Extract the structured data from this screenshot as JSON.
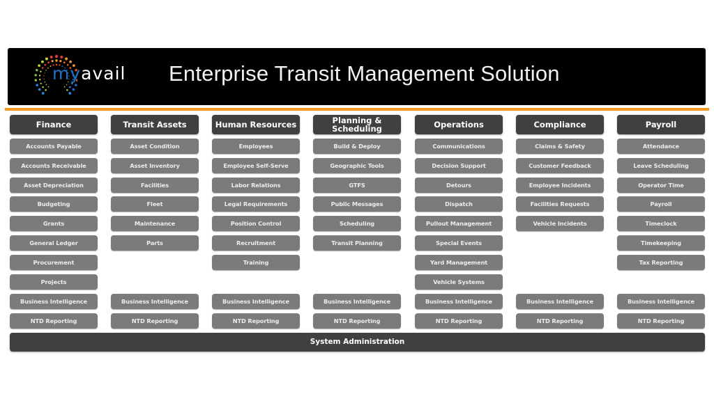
{
  "banner": {
    "logo": {
      "my": "my",
      "avail": "avail"
    },
    "title": "Enterprise Transit Management Solution"
  },
  "colors": {
    "banner_bg": "#000000",
    "accent_line": "#f39a1e",
    "category_bg": "#404040",
    "module_bg": "#7b7b7b",
    "logo_blue": "#1e73c8"
  },
  "columns": [
    {
      "title": "Finance",
      "modules": [
        "Accounts Payable",
        "Accounts Receivable",
        "Asset Depreciation",
        "Budgeting",
        "Grants",
        "General Ledger",
        "Procurement",
        "Projects"
      ],
      "common": [
        "Business Intelligence",
        "NTD Reporting"
      ]
    },
    {
      "title": "Transit Assets",
      "modules": [
        "Asset Condition",
        "Asset Inventory",
        "Facilities",
        "Fleet",
        "Maintenance",
        "Parts"
      ],
      "common": [
        "Business Intelligence",
        "NTD Reporting"
      ]
    },
    {
      "title": "Human Resources",
      "modules": [
        "Employees",
        "Employee Self-Serve",
        "Labor Relations",
        "Legal Requirements",
        "Position Control",
        "Recruitment",
        "Training"
      ],
      "common": [
        "Business Intelligence",
        "NTD Reporting"
      ]
    },
    {
      "title": "Planning & Scheduling",
      "modules": [
        "Build & Deploy",
        "Geographic Tools",
        "GTFS",
        "Public Messages",
        "Scheduling",
        "Transit Planning"
      ],
      "common": [
        "Business Intelligence",
        "NTD Reporting"
      ]
    },
    {
      "title": "Operations",
      "modules": [
        "Communications",
        "Decision Support",
        "Detours",
        "Dispatch",
        "Pullout Management",
        "Special Events",
        "Yard Management",
        "Vehicle Systems"
      ],
      "common": [
        "Business Intelligence",
        "NTD Reporting"
      ]
    },
    {
      "title": "Compliance",
      "modules": [
        "Claims & Safety",
        "Customer Feedback",
        "Employee Incidents",
        "Facilities Requests",
        "Vehicle Incidents"
      ],
      "common": [
        "Business Intelligence",
        "NTD Reporting"
      ]
    },
    {
      "title": "Payroll",
      "modules": [
        "Attendance",
        "Leave Scheduling",
        "Operator Time",
        "Payroll",
        "Timeclock",
        "Timekeeping",
        "Tax Reporting"
      ],
      "common": [
        "Business Intelligence",
        "NTD Reporting"
      ]
    }
  ],
  "footer": {
    "system_admin": "System Administration"
  }
}
